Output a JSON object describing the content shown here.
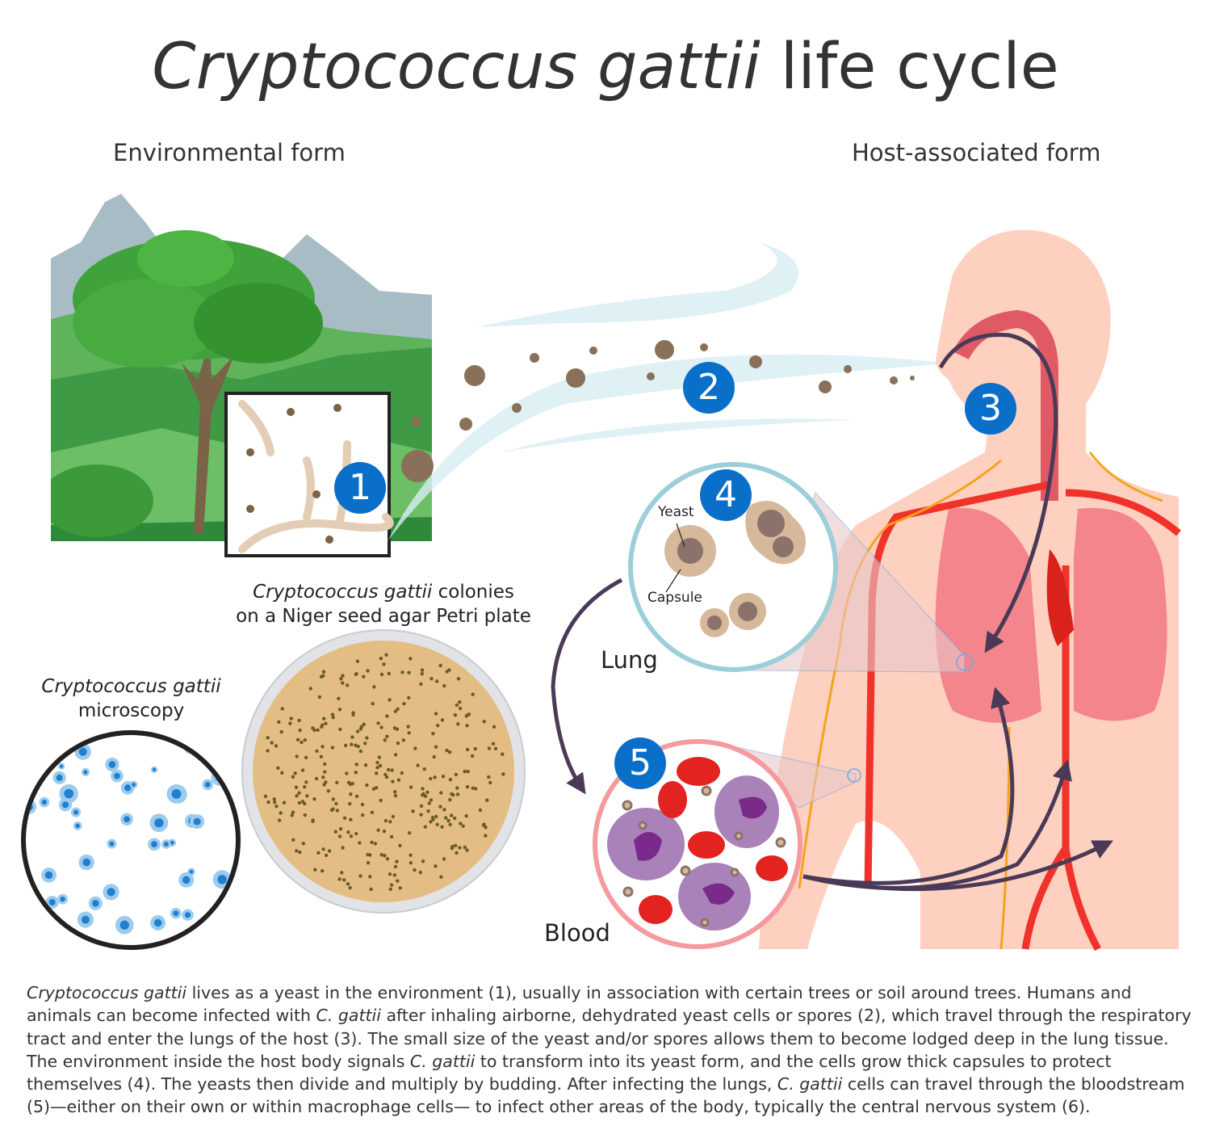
{
  "title": {
    "italic": "Cryptococcus gattii",
    "rest": " life cycle"
  },
  "sections": {
    "environmental": "Environmental form",
    "host": "Host-associated form"
  },
  "steps": [
    "1",
    "2",
    "3",
    "4",
    "5"
  ],
  "labels": {
    "colonies_italic": "Cryptococcus gattii",
    "colonies_rest": " colonies",
    "colonies_line2": "on a Niger seed agar Petri plate",
    "microscopy_italic": "Cryptococcus gattii",
    "microscopy_line2": "microscopy",
    "lung": "Lung",
    "blood": "Blood",
    "yeast": "Yeast",
    "capsule": "Capsule"
  },
  "description": [
    {
      "i": "Cryptococcus gattii"
    },
    {
      "t": " lives as a yeast in the environment (1), usually in association with certain trees or soil around trees. Humans and animals can become infected with "
    },
    {
      "i": "C. gattii"
    },
    {
      "t": " after inhaling airborne, dehydrated yeast cells or spores (2), which travel through the respiratory tract and enter the lungs of the host (3). The small size of the yeast and/or spores allows them to become lodged deep in the lung tissue. The environment inside the host body signals "
    },
    {
      "i": "C. gattii"
    },
    {
      "t": " to transform into its yeast form, and the cells grow thick capsules to protect themselves (4). The yeasts then divide and multiply by budding. After infecting the lungs, "
    },
    {
      "i": "C. gattii"
    },
    {
      "t": " cells can travel through the bloodstream (5)—either on their own or within macrophage cells— to infect other areas of the body, typically the central nervous system (6)."
    }
  ],
  "colors": {
    "badge": "#0a6fc8",
    "arrow": "#4a3a57",
    "lung_ring": "#9ccfd9",
    "blood_ring": "#f59a9e",
    "agar": "#e3bd83"
  }
}
